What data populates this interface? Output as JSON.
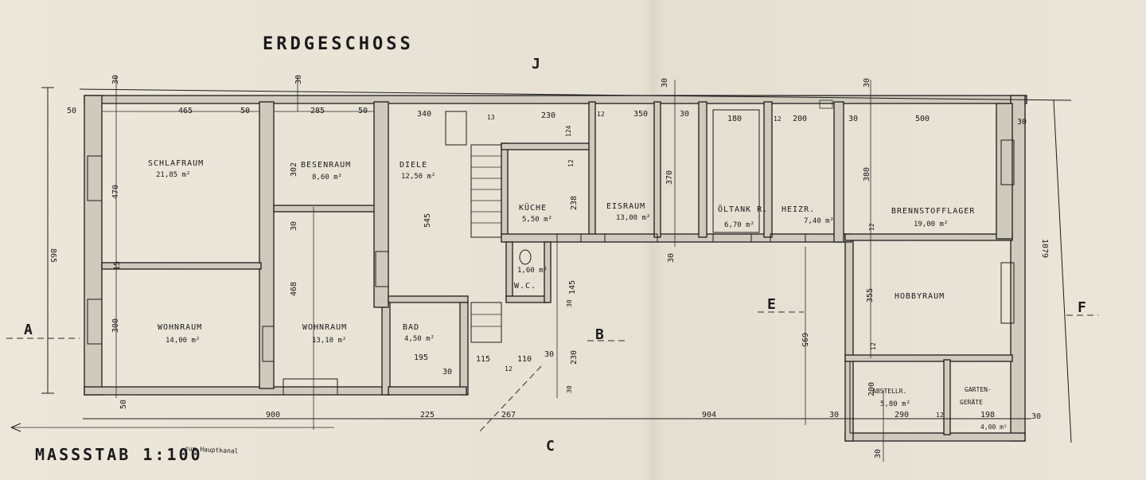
{
  "title": "ERDGESCHOSS",
  "scale": "MASSSTAB 1:100",
  "canal_note": "zum Hauptkanal",
  "rooms": {
    "schlafraum": {
      "name": "SCHLAFRAUM",
      "area": "21,85 m²"
    },
    "besenraum": {
      "name": "BESENRAUM",
      "area": "8,60 m²"
    },
    "diele": {
      "name": "DIELE",
      "area": "12,50 m²"
    },
    "kueche": {
      "name": "KÜCHE",
      "area": "5,50 m²"
    },
    "eisraum": {
      "name": "EISRAUM",
      "area": "13,00 m²"
    },
    "oeltank": {
      "name": "ÖLTANK R.",
      "area": "6,70 m²"
    },
    "heizung": {
      "name": "HEIZR.",
      "area": "7,40 m²"
    },
    "brennstofflager": {
      "name": "BRENNSTOFFLAGER",
      "area": "19,00 m²"
    },
    "hobbyraum": {
      "name": "HOBBYRAUM"
    },
    "wohnraum_left": {
      "name": "WOHNRAUM",
      "area": "14,00 m²"
    },
    "wohnraum_right": {
      "name": "WOHNRAUM",
      "area": "13,10 m²"
    },
    "bad": {
      "name": "BAD",
      "area": "4,50 m²"
    },
    "wc": {
      "name": "W.C.",
      "area": "1,60 m²"
    },
    "abstellraum": {
      "name": "ABSTELLR.",
      "area": "5,80 m²"
    },
    "gartengeraete": {
      "name_line1": "GARTEN-",
      "name_line2": "GERÄTE",
      "area": "4,00 m²"
    }
  },
  "dims": {
    "d50_tl": "50",
    "d465": "465",
    "d50_a": "50",
    "d285": "285",
    "d50_b": "50",
    "d340": "340",
    "d13": "13",
    "d230": "230",
    "d12_a": "12",
    "d350": "350",
    "d30_a": "30",
    "d180": "180",
    "d12_b": "12",
    "d200": "200",
    "d30_b": "30",
    "d500": "500",
    "d30_c": "30",
    "d30_v1": "30",
    "d30_v2": "30",
    "d470": "470",
    "d15": "15",
    "d300": "300",
    "d865": "865",
    "d302": "302",
    "d30_v3": "30",
    "d468": "468",
    "d545": "545",
    "d238": "238",
    "d124": "124",
    "d12_v1": "12",
    "d145": "145",
    "d30_v4": "30",
    "d230_v": "230",
    "d30_v5": "30",
    "d370": "370",
    "d30_v6": "30",
    "d30_v7": "30",
    "d30_v8": "30",
    "d380": "380",
    "d12_v2": "12",
    "d355": "355",
    "d12_v3": "12",
    "d200_v": "200",
    "d695": "695",
    "d1079": "1079",
    "d30_v9": "30",
    "d50_bl": "50",
    "d900": "900",
    "d225": "225",
    "d267": "267",
    "d904": "904",
    "d30_d": "30",
    "d30_e": "30",
    "d290": "290",
    "d12_c": "12",
    "d198": "198",
    "d195": "195",
    "d30_f": "30",
    "d115": "115",
    "d12_d": "12",
    "d110": "110",
    "d30_g": "30"
  },
  "markers": {
    "top": "J",
    "A": "A",
    "B": "B",
    "C": "C",
    "E": "E",
    "F": "F"
  }
}
